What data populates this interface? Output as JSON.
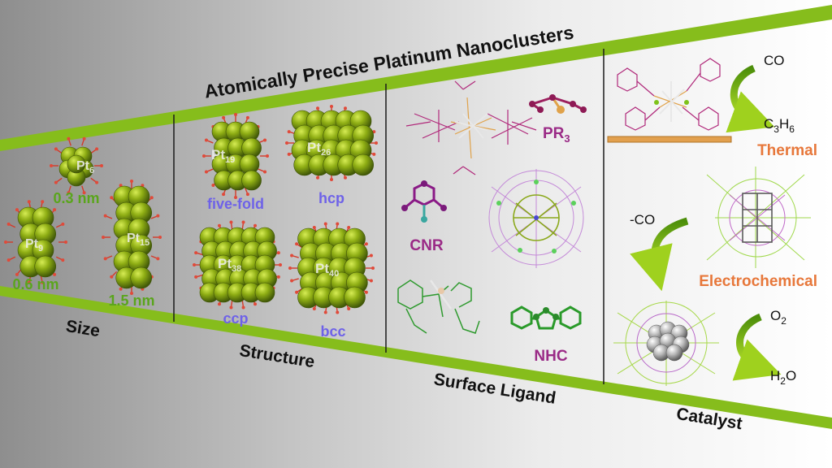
{
  "title": "Atomically Precise Platinum Nanoclusters",
  "sections": {
    "size": {
      "heading": "Size",
      "clusters": [
        {
          "sym": "Pt",
          "sub": "6",
          "size": "0.3 nm"
        },
        {
          "sym": "Pt",
          "sub": "9",
          "size": "0.6 nm"
        },
        {
          "sym": "Pt",
          "sub": "15",
          "size": "1.5 nm"
        }
      ]
    },
    "structure": {
      "heading": "Structure",
      "clusters": [
        {
          "sym": "Pt",
          "sub": "19",
          "type": "five-fold"
        },
        {
          "sym": "Pt",
          "sub": "26",
          "type": "hcp"
        },
        {
          "sym": "Pt",
          "sub": "38",
          "type": "ccp"
        },
        {
          "sym": "Pt",
          "sub": "40",
          "type": "bcc"
        }
      ]
    },
    "ligand": {
      "heading": "Surface Ligand",
      "labels": [
        {
          "base": "PR",
          "sub": "3"
        },
        {
          "base": "CNR",
          "sub": ""
        },
        {
          "base": "NHC",
          "sub": ""
        }
      ]
    },
    "catalyst": {
      "heading": "Catalyst",
      "thermal": {
        "label": "Thermal",
        "from": "CO",
        "to_base": "C",
        "to_sub1": "3",
        "to_mid": "H",
        "to_sub2": "6"
      },
      "electrochemical": {
        "label": "Electrochemical",
        "reagent": "-CO"
      },
      "orr": {
        "from_base": "O",
        "from_sub": "2",
        "to_base": "H",
        "to_sub": "2",
        "to_tail": "O"
      }
    }
  },
  "colors": {
    "band": "#86bd1c",
    "cluster": "#7e9c12",
    "cluster_dark": "#55700a",
    "size_text": "#5aa51c",
    "structure_text": "#6e62e8",
    "ligand_text": "#9a2a86",
    "catalyst_text": "#e7773a"
  }
}
